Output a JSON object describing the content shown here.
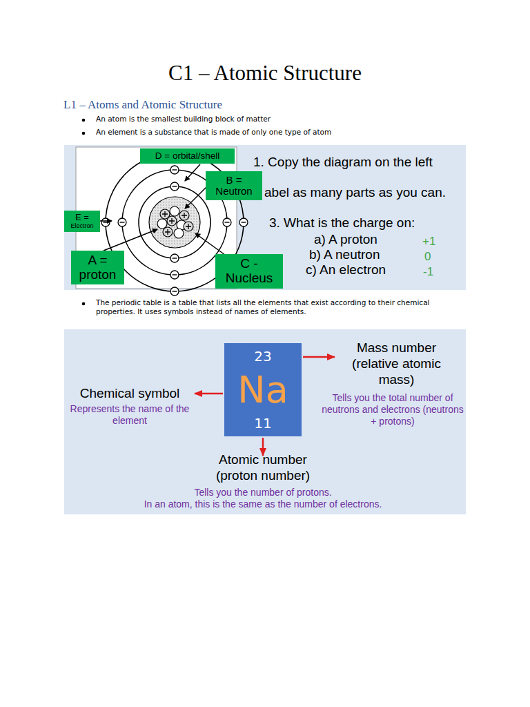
{
  "diagram": {
    "title": "C1 – Atomic Structure",
    "nodes": [
      {
        "text": [
          "D = orbital/shell"
        ]
      },
      {
        "text": [
          "B = Neutron"
        ]
      },
      {
        "text": [
          "E =",
          "Electron"
        ]
      },
      {
        "text": [
          "A = proton"
        ]
      },
      {
        "text": [
          "C - Nucleus"
        ]
      },
      {
        "text": [
          "23",
          "Na",
          "11"
        ]
      }
    ],
    "labels": [
      "L1 – Atoms and Atomic Structure",
      "An atom is the smallest building block of matter",
      "An element is a substance that is made of only one type of atom",
      "1. Copy the diagram on the left",
      "abel as many parts as you can.",
      "3. What is the charge on:",
      "a) A proton",
      "+1",
      "b) A neutron",
      "0",
      "c) An electron",
      "-1",
      "The periodic table is a table that lists all the elements that exist according to their chemical properties. It uses symbols instead of names of elements.",
      "Mass number (relative atomic mass)",
      "Tells you the total number of neutrons and electrons (neutrons + protons)",
      "Chemical symbol",
      "Represents the name of the element",
      "Atomic number (proton number)",
      "Tells you the number of protons.",
      "In an atom, this is the same as the number of electrons."
    ]
  }
}
